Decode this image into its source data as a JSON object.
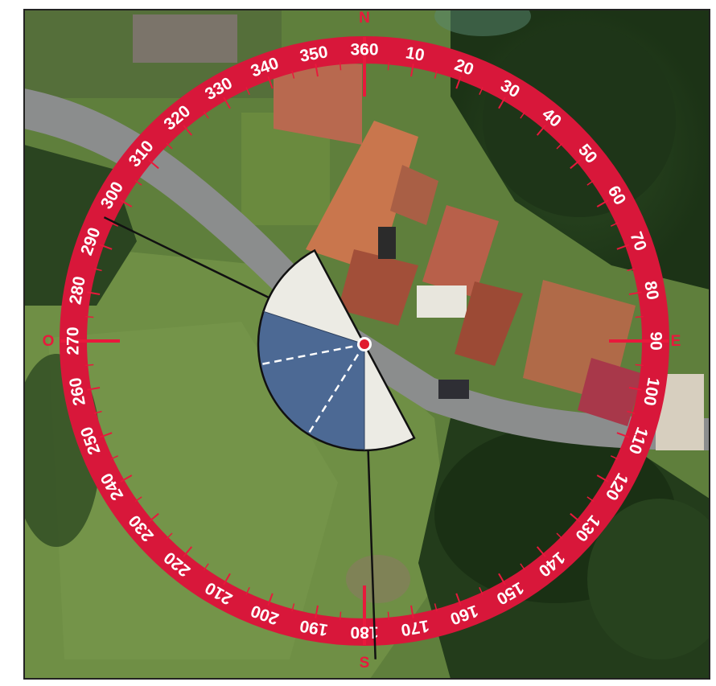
{
  "compass": {
    "degree_labels": [
      "10",
      "20",
      "30",
      "40",
      "50",
      "60",
      "70",
      "80",
      "90",
      "100",
      "110",
      "120",
      "130",
      "140",
      "150",
      "160",
      "170",
      "180",
      "190",
      "200",
      "210",
      "220",
      "230",
      "240",
      "250",
      "260",
      "270",
      "280",
      "290",
      "300",
      "310",
      "320",
      "330",
      "340",
      "350",
      "360"
    ],
    "cardinals": {
      "north": "N",
      "east": "E",
      "south": "S",
      "west": "O"
    },
    "ring_color": "#d8173a",
    "tick_color": "#e8193c"
  },
  "sector": {
    "dark_fill": "#4c6994",
    "light_fill": "#ecebe4",
    "light_from_deg": 152,
    "light_to_deg": 180,
    "dark_from_deg": 180,
    "dark_to_deg": 288,
    "light2_from_deg": 288,
    "light2_to_deg": 332,
    "dashed_directions_deg": [
      212,
      259
    ]
  },
  "direction_lines_deg": [
    178,
    296
  ]
}
